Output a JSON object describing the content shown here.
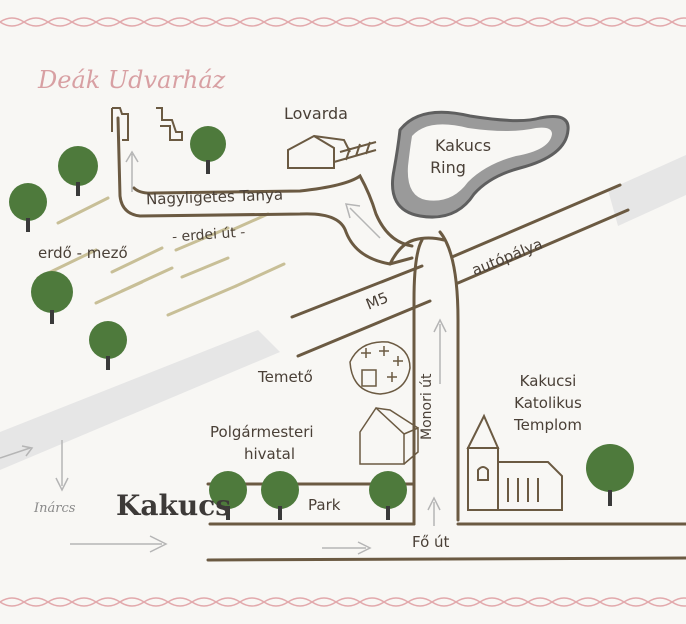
{
  "map": {
    "title": "Deák Udvarház",
    "labels": {
      "lovarda": "Lovarda",
      "ring_line1": "Kakucs",
      "ring_line2": "Ring",
      "nagyligetes": "Nagyligetes Tanya",
      "erdei_ut": "- erdei út -",
      "erdo_mezo": "erdő - mező",
      "autopalya": "autópálya",
      "m5": "M5",
      "temeto": "Temető",
      "polgarmesteri_line1": "Polgármesteri",
      "polgarmesteri_line2": "hivatal",
      "monori_ut": "Monori út",
      "templom_line1": "Kakucsi",
      "templom_line2": "Katolikus",
      "templom_line3": "Templom",
      "park": "Park",
      "fo_ut": "Fő út",
      "inarcs": "Inárcs",
      "kakucs": "Kakucs"
    },
    "colors": {
      "road": "#6b5a42",
      "highway_band": "#e6e6e6",
      "title_pink": "#d8a0a3",
      "tree": "#4e7a3c",
      "field_stripe": "#c8bf97",
      "ring_gray": "#9a9a9a"
    }
  }
}
